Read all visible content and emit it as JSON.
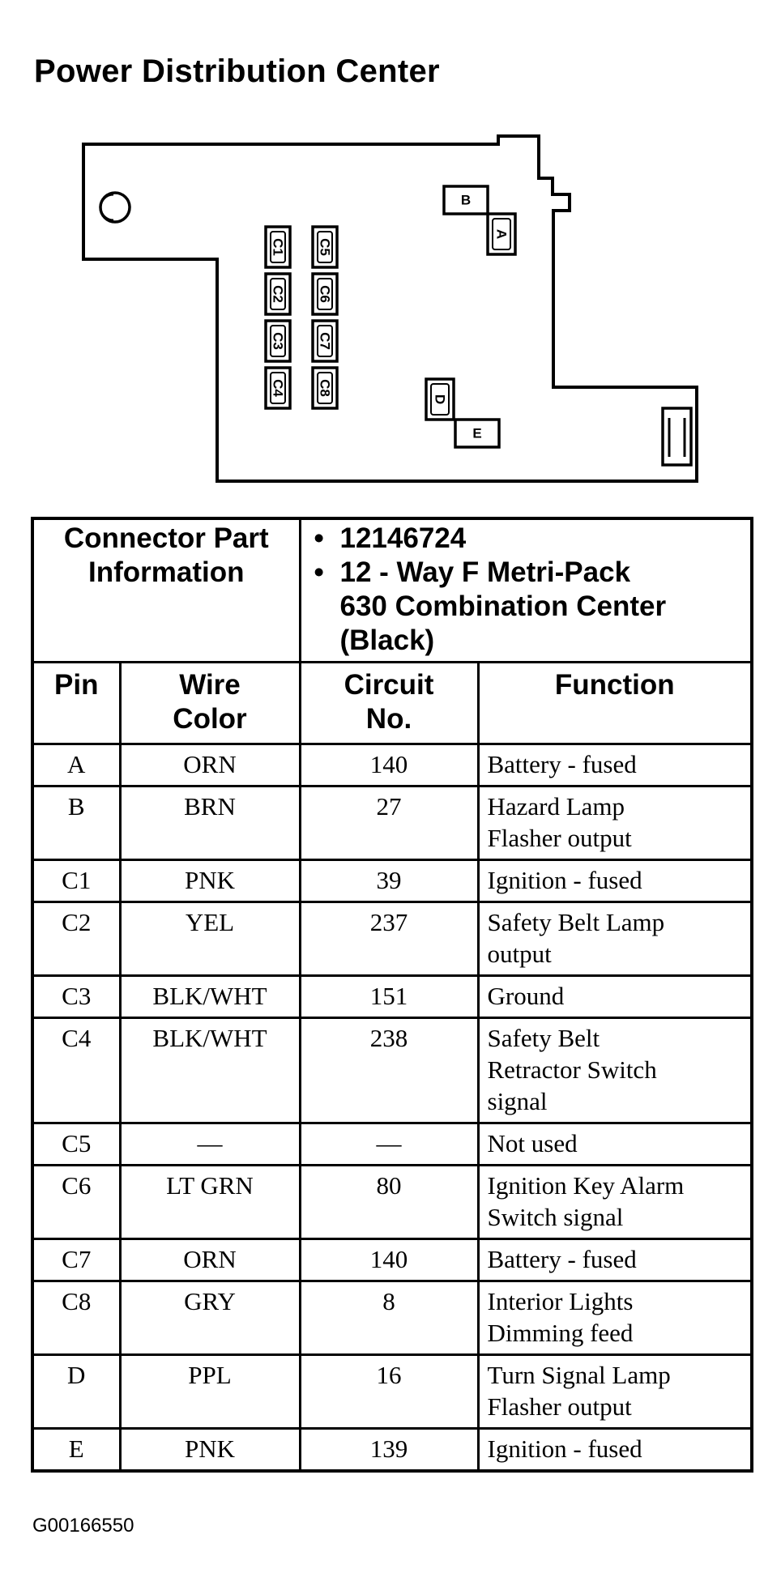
{
  "title": "Power Distribution Center",
  "diagram": {
    "pins": [
      "A",
      "B",
      "C1",
      "C2",
      "C3",
      "C4",
      "C5",
      "C6",
      "C7",
      "C8",
      "D",
      "E"
    ]
  },
  "connector_info": {
    "label": "Connector Part Information",
    "part_number": "12146724",
    "description_lines": [
      "12 - Way F Metri-Pack",
      "630 Combination Center",
      "(Black)"
    ]
  },
  "columns": {
    "pin": "Pin",
    "wire_color": [
      "Wire",
      "Color"
    ],
    "circuit": [
      "Circuit",
      "No."
    ],
    "function": "Function"
  },
  "rows": [
    {
      "pin": "A",
      "wire": "ORN",
      "circuit": "140",
      "function": [
        "Battery - fused"
      ]
    },
    {
      "pin": "B",
      "wire": "BRN",
      "circuit": "27",
      "function": [
        "Hazard Lamp",
        "Flasher output"
      ]
    },
    {
      "pin": "C1",
      "wire": "PNK",
      "circuit": "39",
      "function": [
        "Ignition - fused"
      ]
    },
    {
      "pin": "C2",
      "wire": "YEL",
      "circuit": "237",
      "function": [
        "Safety Belt Lamp",
        "output"
      ]
    },
    {
      "pin": "C3",
      "wire": "BLK/WHT",
      "circuit": "151",
      "function": [
        "Ground"
      ]
    },
    {
      "pin": "C4",
      "wire": "BLK/WHT",
      "circuit": "238",
      "function": [
        "Safety Belt",
        "Retractor Switch",
        "signal"
      ]
    },
    {
      "pin": "C5",
      "wire": "—",
      "circuit": "—",
      "function": [
        "Not used"
      ]
    },
    {
      "pin": "C6",
      "wire": "LT GRN",
      "circuit": "80",
      "function": [
        "Ignition Key Alarm",
        "Switch signal"
      ]
    },
    {
      "pin": "C7",
      "wire": "ORN",
      "circuit": "140",
      "function": [
        "Battery - fused"
      ]
    },
    {
      "pin": "C8",
      "wire": "GRY",
      "circuit": "8",
      "function": [
        "Interior Lights",
        "Dimming feed"
      ]
    },
    {
      "pin": "D",
      "wire": "PPL",
      "circuit": "16",
      "function": [
        "Turn Signal Lamp",
        "Flasher output"
      ]
    },
    {
      "pin": "E",
      "wire": "PNK",
      "circuit": "139",
      "function": [
        "Ignition - fused"
      ]
    }
  ],
  "figure_code": "G00166550"
}
